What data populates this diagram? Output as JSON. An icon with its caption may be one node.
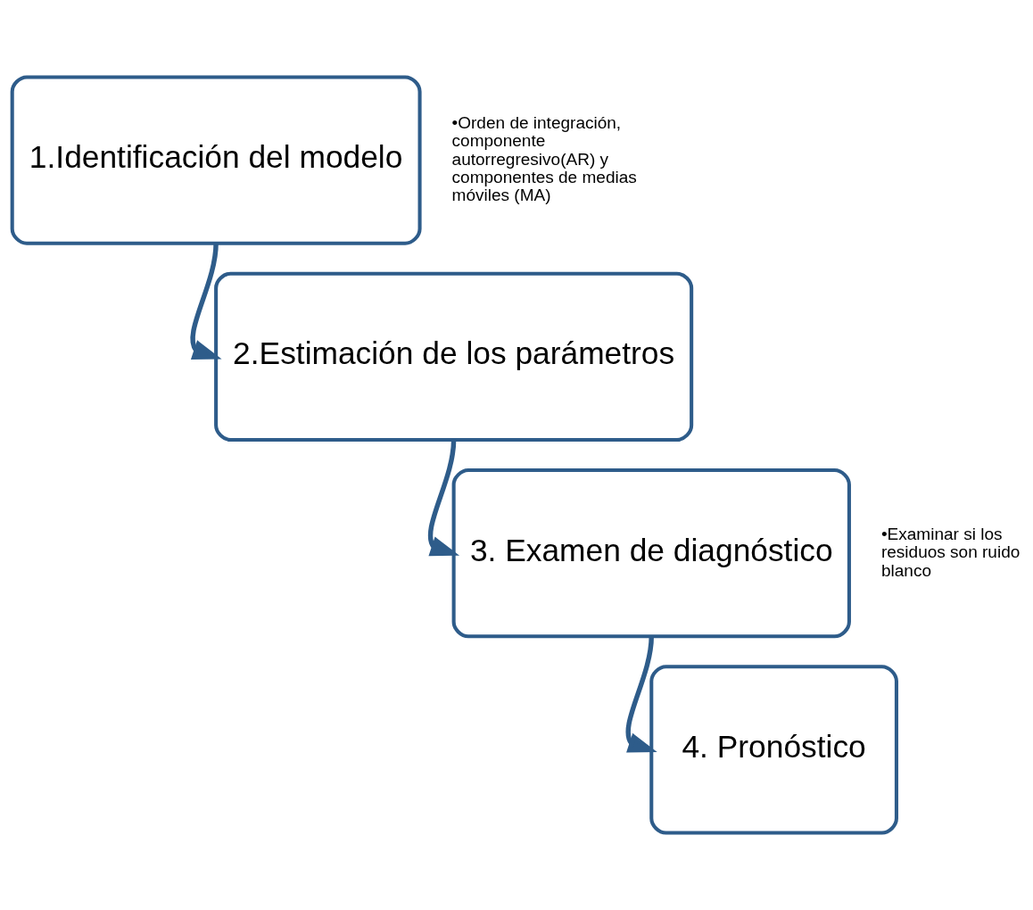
{
  "diagram": {
    "nodes": [
      {
        "text": [
          "1.Identificación del modelo"
        ],
        "beside": [
          "•Orden de integración, componente autorregresivo(AR) y componentes de medias móviles (MA)"
        ]
      },
      {
        "text": [
          "2.Estimación de los parámetros"
        ]
      },
      {
        "text": [
          "3. Examen de diagnóstico"
        ],
        "beside": [
          "•Examinar si los residuos son ruido blanco"
        ]
      },
      {
        "text": [
          "4. Pronóstico"
        ]
      }
    ],
    "edges": [
      {
        "from": 0,
        "to": 1,
        "arrow": "to"
      },
      {
        "from": 1,
        "to": 2,
        "arrow": "to"
      },
      {
        "from": 2,
        "to": 3,
        "arrow": "to"
      }
    ]
  }
}
